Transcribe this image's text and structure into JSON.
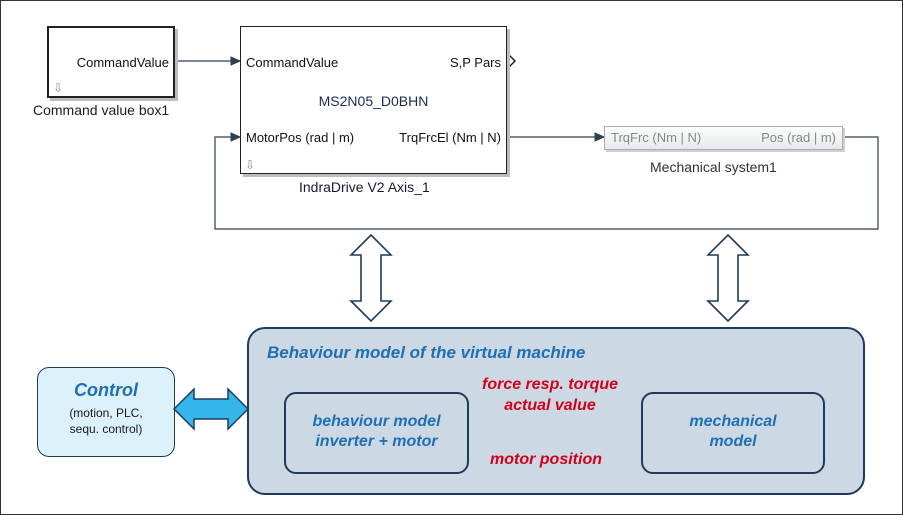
{
  "blocks": {
    "command_box": {
      "port_out": "CommandValue",
      "caption": "Command value box1"
    },
    "indradrive": {
      "port_in_1": "CommandValue",
      "port_out_1": "S,P Pars",
      "title": "MS2N05_D0BHN",
      "port_in_2": "MotorPos (rad | m)",
      "port_out_2": "TrqFrcEl (Nm | N)",
      "caption": "IndraDrive V2 Axis_1"
    },
    "mechanical": {
      "port_in": "TrqFrc (Nm | N)",
      "port_out": "Pos (rad | m)",
      "caption": "Mechanical system1"
    }
  },
  "behaviour": {
    "title": "Behaviour model of the virtual machine",
    "inverter_line1": "behaviour model",
    "inverter_line2": "inverter + motor",
    "mech_line1": "mechanical",
    "mech_line2": "model",
    "arrow_top_line1": "force resp. torque",
    "arrow_top_line2": "actual value",
    "arrow_bottom": "motor position"
  },
  "control": {
    "title": "Control",
    "line1": "(motion, PLC,",
    "line2": "sequ. control)"
  },
  "colors": {
    "block_border": "#222222",
    "wire": "#2b3f55",
    "behaviour_fill": "#ccd9e4",
    "control_fill": "#ddf1fb",
    "accent_blue": "#1f6fb2",
    "red_text": "#d0021b",
    "double_arrow_fill": "#35b6ea"
  }
}
